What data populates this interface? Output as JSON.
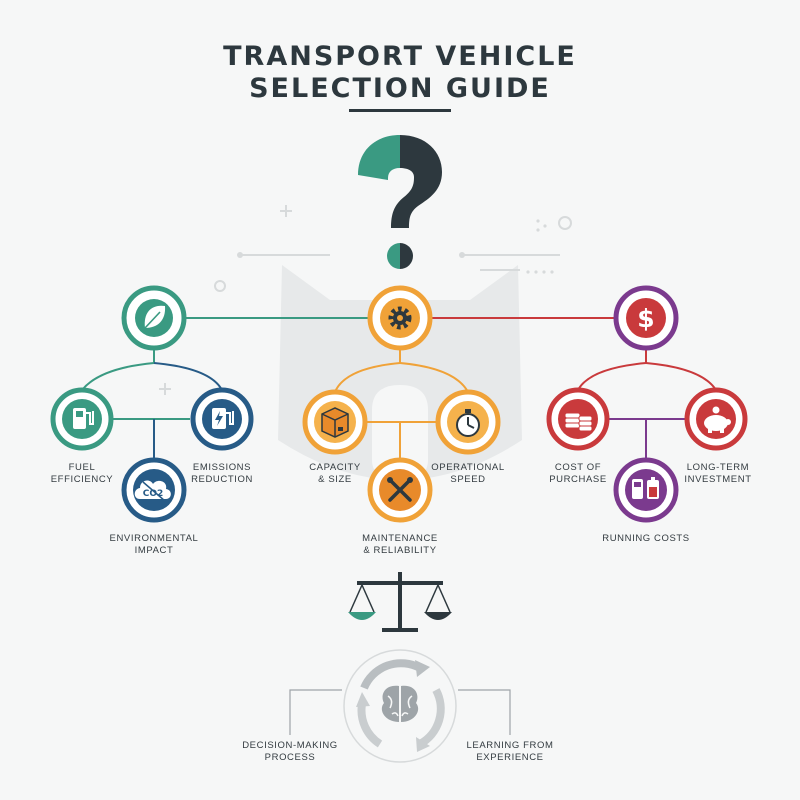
{
  "title": {
    "line1": "TRANSPORT VEHICLE",
    "line2": "SELECTION GUIDE"
  },
  "colors": {
    "environment": "#3a9a82",
    "environment_dark": "#275b87",
    "practical": "#f0a238",
    "practical_dark": "#e88a2a",
    "financial": "#c93a3c",
    "financial_dark": "#7b3a8e",
    "ink": "#2d383e",
    "faint": "#d7dadb"
  },
  "icons": {
    "top_question": "question-mark-icon",
    "environment_hub": "leaf-icon",
    "practical_hub": "gear-icon",
    "financial_hub": "dollar-sign-icon",
    "fuel_efficiency": "fuel-pump-icon",
    "emissions_reduction": "ev-charger-icon",
    "environmental_impact": "co2-cloud-icon",
    "capacity": "box-icon",
    "operational_speed": "stopwatch-icon",
    "maintenance": "wrench-screwdriver-icon",
    "cost_of_purchase": "coin-stack-icon",
    "long_term_investment": "piggy-bank-icon",
    "running_costs": "fuel-and-battery-icon",
    "balance": "scale-icon",
    "cycle": "brain-cycle-icon"
  },
  "labels": {
    "fuel_efficiency": [
      "FUEL",
      "EFFICIENCY"
    ],
    "emissions_reduction": [
      "EMISSIONS",
      "REDUCTION"
    ],
    "environmental_impact": [
      "ENVIRONMENTAL",
      "IMPACT"
    ],
    "capacity": [
      "CAPACITY",
      "& SIZE"
    ],
    "operational_speed": [
      "OPERATIONAL",
      "SPEED"
    ],
    "maintenance": [
      "MAINTENANCE",
      "& RELIABILITY"
    ],
    "cost_of_purchase": [
      "COST OF",
      "PURCHASE"
    ],
    "long_term_investment": [
      "LONG-TERM",
      "INVESTMENT"
    ],
    "running_costs": [
      "RUNNING COSTS"
    ],
    "decision_making": [
      "DECISION-MAKING",
      "PROCESS"
    ],
    "learning": [
      "LEARNING FROM",
      "EXPERIENCE"
    ]
  },
  "co2_text": "CO2"
}
